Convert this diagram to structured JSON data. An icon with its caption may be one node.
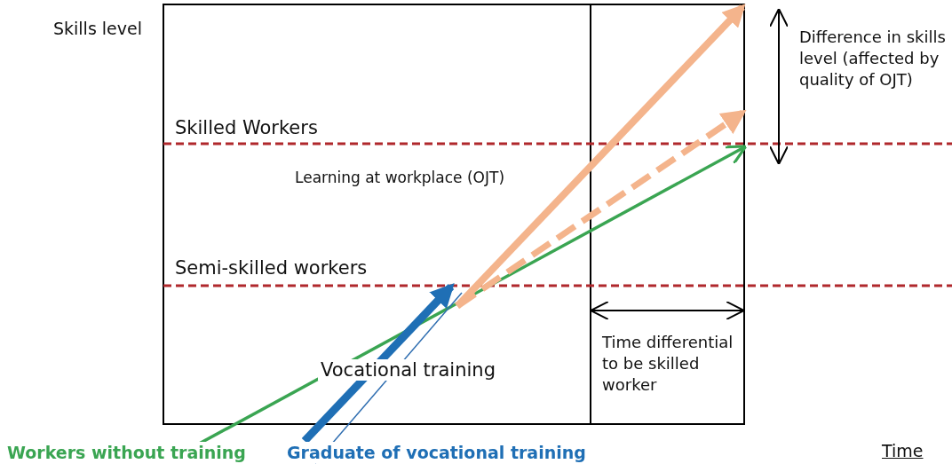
{
  "diagram": {
    "labels": [
      "Skills level",
      "Skilled Workers",
      "Learning at workplace (OJT)",
      "Semi-skilled workers",
      "Vocational training",
      "Time differential to be skilled worker",
      "Difference in skills level (affected by quality of OJT)",
      "Workers without training",
      "Graduate of vocational training",
      "Time"
    ]
  }
}
